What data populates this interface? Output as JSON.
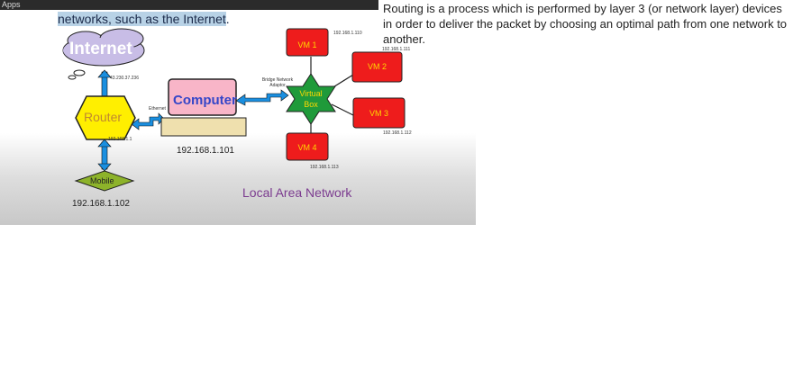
{
  "topbar": {
    "label": "Apps"
  },
  "slide": {
    "caption_highlight": "networks, such as the Internet",
    "caption_end": ".",
    "internet": "Internet",
    "internet_ip": "43.230.37.236",
    "router": "Router",
    "router_ip": "192.168.1.1",
    "ethernet": "Ethernet",
    "computer": "Computer",
    "computer_ip": "192.168.1.101",
    "bridge": "Bridge Network Adaptor",
    "vbox_line1": "Virtual",
    "vbox_line2": "Box",
    "vms": [
      {
        "label": "VM 1",
        "ip": "192.168.1.110"
      },
      {
        "label": "VM 2",
        "ip": "192.168.1.111"
      },
      {
        "label": "VM 3",
        "ip": "192.168.1.112"
      },
      {
        "label": "VM 4",
        "ip": "192.168.1.113"
      }
    ],
    "mobile": "Mobile",
    "mobile_ip": "192.168.1.102",
    "lan": "Local Area Network"
  },
  "notes": {
    "text": "Routing is a process which is performed by layer 3 (or network layer) devices in order to deliver the packet by choosing an optimal path from one network to another."
  }
}
